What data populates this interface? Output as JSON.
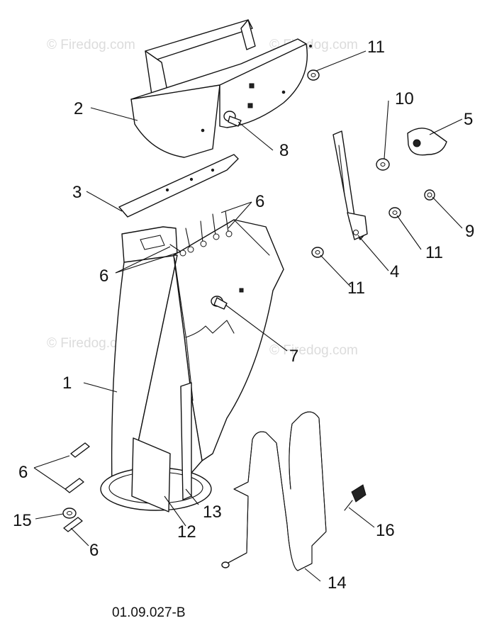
{
  "watermark": "© Firedog.com",
  "drawing_number": "01.09.027-B",
  "callouts": {
    "c1": "1",
    "c2": "2",
    "c3": "3",
    "c4": "4",
    "c5": "5",
    "c6a": "6",
    "c6b": "6",
    "c6c": "6",
    "c6d": "6",
    "c7": "7",
    "c8": "8",
    "c9": "9",
    "c10": "10",
    "c11a": "11",
    "c11b": "11",
    "c11c": "11",
    "c12": "12",
    "c13": "13",
    "c14": "14",
    "c15": "15",
    "c16": "16"
  }
}
